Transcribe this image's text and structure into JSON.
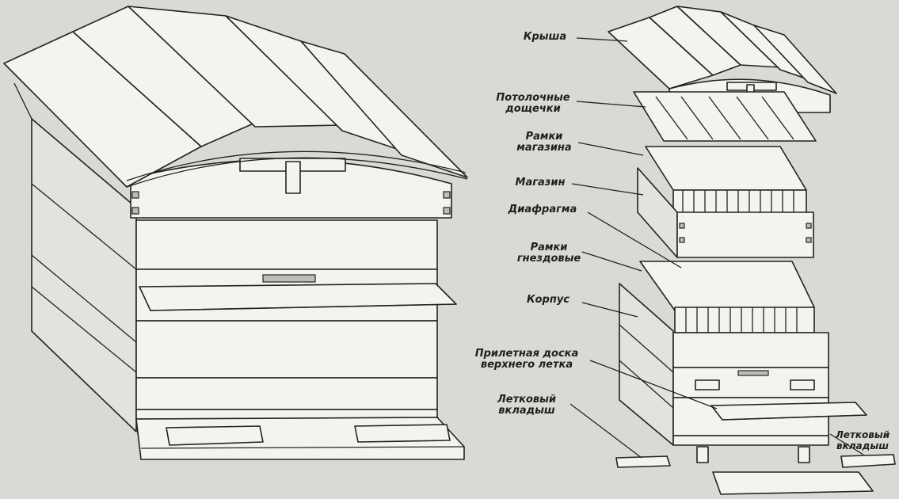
{
  "labels": {
    "roof": "Крыша",
    "ceiling_boards": [
      "Потолочные",
      "дощечки"
    ],
    "super_frames": [
      "Рамки",
      "магазина"
    ],
    "super": "Магазин",
    "diaphragm": "Диафрагма",
    "brood_frames": [
      "Рамки",
      "гнездовые"
    ],
    "body": "Корпус",
    "upper_landing_board": [
      "Прилетная доска",
      "верхнего летка"
    ],
    "entrance_insert_left": [
      "Летковый",
      "вкладыш"
    ],
    "entrance_insert_right": [
      "Летковый",
      "вкладыш"
    ]
  },
  "colors": {
    "background": "#d9d9d6",
    "line": "#222222",
    "wood_light": "#f3f3f0",
    "wood_shade": "#e2e2de"
  }
}
